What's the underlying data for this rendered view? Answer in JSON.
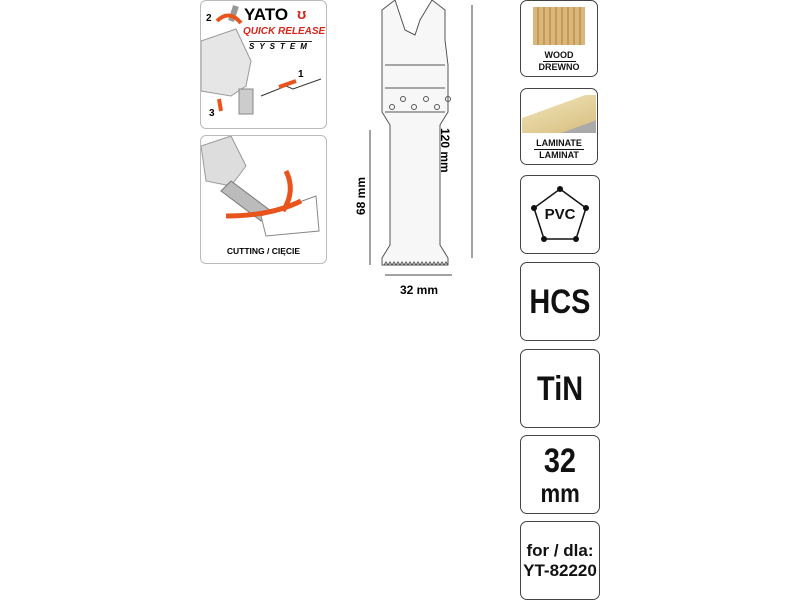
{
  "quick_release": {
    "brand": "YATO",
    "title": "QUICK RELEASE",
    "subtitle": "SYSTEM",
    "steps": [
      "1",
      "2",
      "3"
    ],
    "accent": "#d6261c"
  },
  "cutting": {
    "label": "CUTTING / CIĘCIE"
  },
  "dimensions": {
    "total_length": "120 mm",
    "blade_length": "68 mm",
    "width": "32 mm"
  },
  "cards": {
    "wood": {
      "en": "WOOD",
      "pl": "DREWNO"
    },
    "laminate": {
      "en": "LAMINATE",
      "pl": "LAMINAT"
    },
    "pvc": "PVC",
    "hcs": "HCS",
    "tin": "TiN",
    "size": {
      "value": "32",
      "unit": "mm"
    },
    "compat": {
      "label": "for / dla:",
      "model": "YT-82220"
    }
  }
}
